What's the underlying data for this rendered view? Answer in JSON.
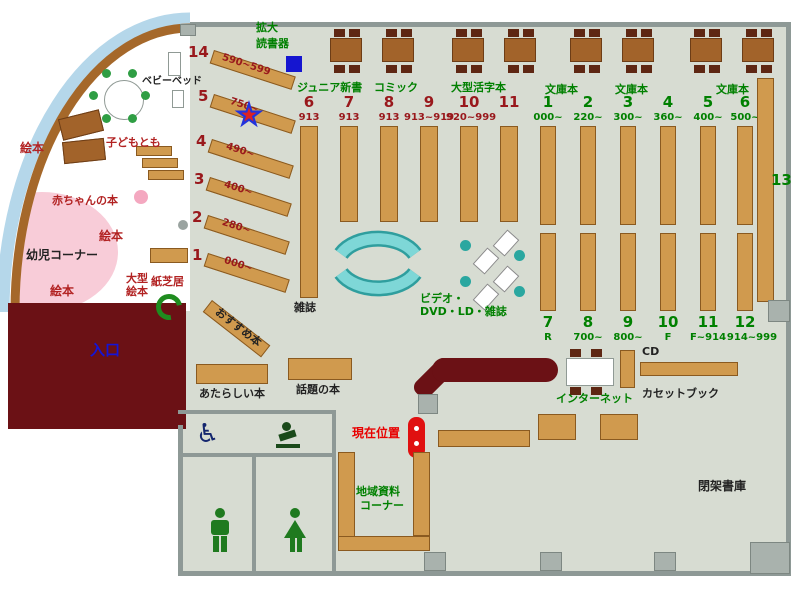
{
  "labels": {
    "zoom_reader_1": "拡大",
    "zoom_reader_2": "読書器",
    "baby_bed": "ベビーベッド",
    "kodomo": "子どもとも",
    "baby_books": "赤ちゃんの本",
    "ehon_a": "絵本",
    "ehon_b": "絵本",
    "ehon_c": "絵本",
    "toddler_corner": "幼児コーナー",
    "large_ehon_1": "大型",
    "large_ehon_2": "絵本",
    "kamishibai": "紙芝居",
    "entrance": "入口",
    "recommended": "おすすめ本",
    "magazines": "雑誌",
    "video_1": "ビデオ・",
    "video_2": "DVD・LD・雑誌",
    "junior_shinsho": "ジュニア新書",
    "comic": "コミック",
    "large_print": "大型活字本",
    "bunko_1": "文庫本",
    "bunko_2": "文庫本",
    "bunko_3": "文庫本",
    "shelf_13": "13",
    "new_books": "あたらしい本",
    "topic_books": "話題の本",
    "current_location": "現在位置",
    "internet": "インターネット",
    "cd": "CD",
    "cassette": "カセットブック",
    "local_1": "地域資料",
    "local_2": "コーナー",
    "closed_stacks": "閉架書庫"
  },
  "icons": {
    "wheelchair": "♿"
  },
  "diagonal_shelves": [
    {
      "num": "14",
      "range": "590~599"
    },
    {
      "num": "5",
      "range": "750~"
    },
    {
      "num": "4",
      "range": "490~"
    },
    {
      "num": "3",
      "range": "400~"
    },
    {
      "num": "2",
      "range": "280~"
    },
    {
      "num": "1",
      "range": "000~"
    }
  ],
  "shelf_groups": {
    "a_numbers": [
      "6",
      "7",
      "8",
      "9",
      "10",
      "11"
    ],
    "a_ranges": [
      "913",
      "913",
      "913",
      "913~919",
      "920~999"
    ],
    "b_numbers": [
      "1",
      "2",
      "3",
      "4",
      "5",
      "6"
    ],
    "b_ranges": [
      "000~",
      "220~",
      "300~",
      "360~",
      "400~",
      "500~"
    ],
    "b_bottom_numbers": [
      "7",
      "8",
      "9",
      "10",
      "11",
      "12"
    ],
    "b_bottom_ranges": [
      "R",
      "700~",
      "800~",
      "F",
      "F~914",
      "914~999"
    ]
  },
  "colors": {
    "floor": "#d7dcd2",
    "shelf": "#d09a4e",
    "wall_gray": "#8e9996",
    "maroon": "#6b1115",
    "cyan": "#7ed7d7",
    "pink": "#f8ccd8",
    "sky": "#b5d7ea",
    "wall_brown": "#a5682a",
    "green": "#008000",
    "dark_red": "#99181c",
    "red": "#e80000",
    "blue": "#1414d6"
  }
}
